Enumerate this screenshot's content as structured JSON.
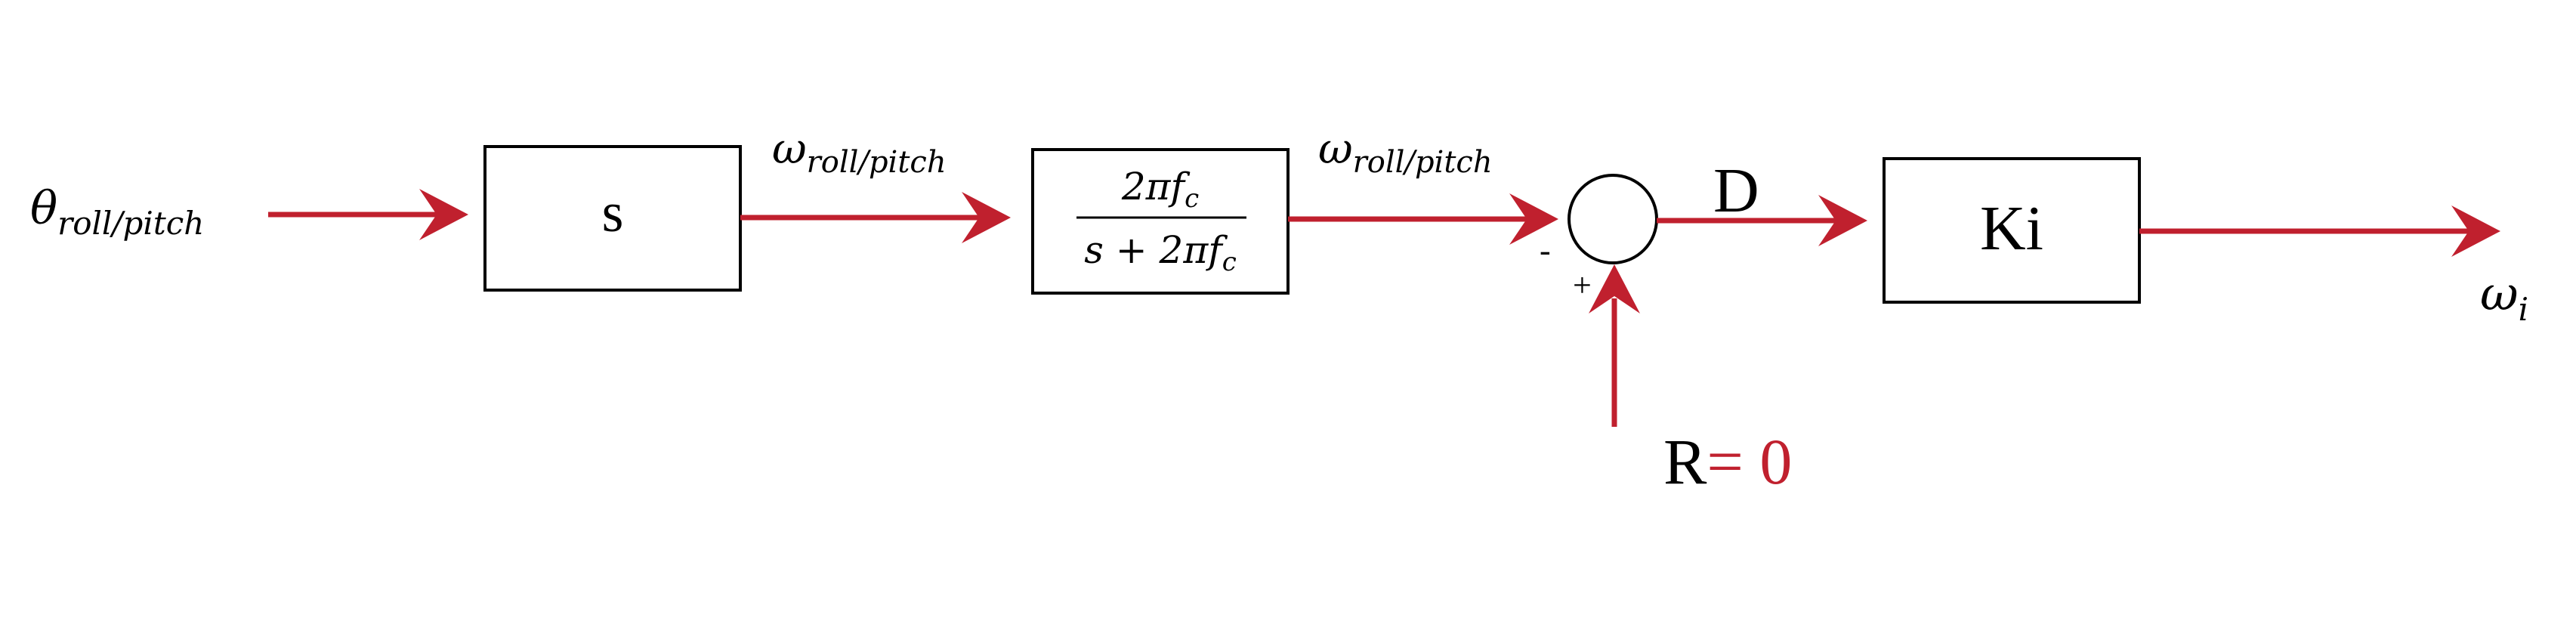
{
  "signals": {
    "input_symbol": "θ",
    "input_subscript": "roll/pitch",
    "rate_symbol_1": "ω",
    "rate_subscript_1": "roll/pitch",
    "rate_symbol_2": "ω",
    "rate_subscript_2": "roll/pitch",
    "output_symbol": "ω",
    "output_subscript": "i"
  },
  "blocks": {
    "derivative": "s",
    "filter_numerator": "2πf",
    "filter_numerator_sub": "c",
    "filter_denominator": "s + 2πf",
    "filter_denominator_sub": "c",
    "integral_gain": "Ki"
  },
  "summing_junction": {
    "minus_sign": "-",
    "plus_sign": "+",
    "error_label": "D",
    "reference_label": "R",
    "reference_value": "= 0"
  },
  "colors": {
    "wire": "#c0202e",
    "reference_value": "#c0202e",
    "block_stroke": "#000000"
  }
}
